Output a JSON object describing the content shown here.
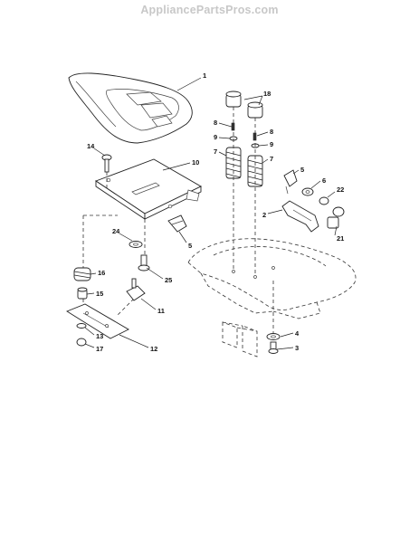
{
  "header": {
    "site_name": "AppliancePartsPros.com",
    "text_color": "#c8c8c8"
  },
  "diagram": {
    "part_labels": [
      "1",
      "18",
      "8",
      "8",
      "9",
      "9",
      "7",
      "7",
      "14",
      "10",
      "5",
      "6",
      "22",
      "2",
      "21",
      "24",
      "5",
      "16",
      "25",
      "15",
      "11",
      "13",
      "17",
      "12",
      "4",
      "3"
    ]
  }
}
